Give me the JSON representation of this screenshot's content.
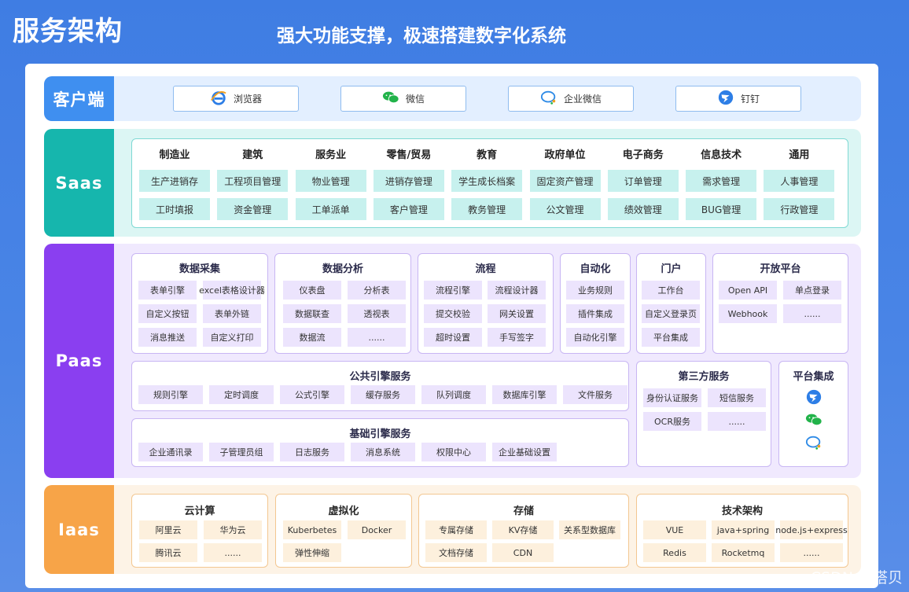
{
  "header": {
    "title": "服务架构",
    "subtitle": "强大功能支撑，极速搭建数字化系统"
  },
  "watermark": "CSDN @搭贝",
  "colors": {
    "client": "#3f8ff0",
    "saas": "#16b6ad",
    "paas": "#8a3ff0",
    "iaas": "#f7a448"
  },
  "client": {
    "label": "客户端",
    "items": [
      {
        "label": "浏览器",
        "icon": "ie-browser-icon"
      },
      {
        "label": "微信",
        "icon": "wechat-icon"
      },
      {
        "label": "企业微信",
        "icon": "wecom-icon"
      },
      {
        "label": "钉钉",
        "icon": "dingtalk-icon"
      }
    ]
  },
  "saas": {
    "label": "Saas",
    "columns": [
      {
        "head": "制造业",
        "items": [
          "生产进销存",
          "工时填报"
        ]
      },
      {
        "head": "建筑",
        "items": [
          "工程项目管理",
          "资金管理"
        ]
      },
      {
        "head": "服务业",
        "items": [
          "物业管理",
          "工单派单"
        ]
      },
      {
        "head": "零售/贸易",
        "items": [
          "进销存管理",
          "客户管理"
        ]
      },
      {
        "head": "教育",
        "items": [
          "学生成长档案",
          "教务管理"
        ]
      },
      {
        "head": "政府单位",
        "items": [
          "固定资产管理",
          "公文管理"
        ]
      },
      {
        "head": "电子商务",
        "items": [
          "订单管理",
          "绩效管理"
        ]
      },
      {
        "head": "信息技术",
        "items": [
          "需求管理",
          "BUG管理"
        ]
      },
      {
        "head": "通用",
        "items": [
          "人事管理",
          "行政管理"
        ]
      }
    ]
  },
  "paas": {
    "label": "Paas",
    "data_collect": {
      "title": "数据采集",
      "items": [
        "表单引擎",
        "excel表格设计器",
        "自定义按钮",
        "表单外链",
        "消息推送",
        "自定义打印"
      ]
    },
    "data_analysis": {
      "title": "数据分析",
      "items": [
        "仪表盘",
        "分析表",
        "数据联查",
        "透视表",
        "数据流",
        "......"
      ]
    },
    "flow": {
      "title": "流程",
      "items": [
        "流程引擎",
        "流程设计器",
        "提交校验",
        "网关设置",
        "超时设置",
        "手写签字"
      ]
    },
    "automation": {
      "title": "自动化",
      "items": [
        "业务规则",
        "插件集成",
        "自动化引擎"
      ]
    },
    "portal": {
      "title": "门户",
      "items": [
        "工作台",
        "自定义登录页",
        "平台集成"
      ]
    },
    "open_platform": {
      "title": "开放平台",
      "items": [
        "Open API",
        "单点登录",
        "Webhook",
        "......"
      ]
    },
    "public_engine": {
      "title": "公共引擎服务",
      "items": [
        "规则引擎",
        "定时调度",
        "公式引擎",
        "缓存服务",
        "队列调度",
        "数据库引擎",
        "文件服务"
      ]
    },
    "base_engine": {
      "title": "基础引擎服务",
      "items": [
        "企业通讯录",
        "子管理员组",
        "日志服务",
        "消息系统",
        "权限中心",
        "企业基础设置"
      ]
    },
    "third_party": {
      "title": "第三方服务",
      "items": [
        "身份认证服务",
        "短信服务",
        "OCR服务",
        "......"
      ]
    },
    "platform_integration": {
      "title": "平台集成",
      "icons": [
        "dingtalk-icon",
        "wechat-icon",
        "wecom-icon"
      ]
    }
  },
  "iaas": {
    "label": "Iaas",
    "cloud": {
      "title": "云计算",
      "items": [
        "阿里云",
        "华为云",
        "腾讯云",
        "......"
      ]
    },
    "virtual": {
      "title": "虚拟化",
      "items": [
        "Kuberbetes",
        "Docker",
        "弹性伸缩"
      ]
    },
    "storage": {
      "title": "存储",
      "items": [
        "专属存储",
        "KV存储",
        "关系型数据库",
        "文档存储",
        "CDN"
      ]
    },
    "tech": {
      "title": "技术架构",
      "items": [
        "VUE",
        "java+spring",
        "node.js+express",
        "Redis",
        "Rocketmq",
        "......"
      ]
    }
  }
}
